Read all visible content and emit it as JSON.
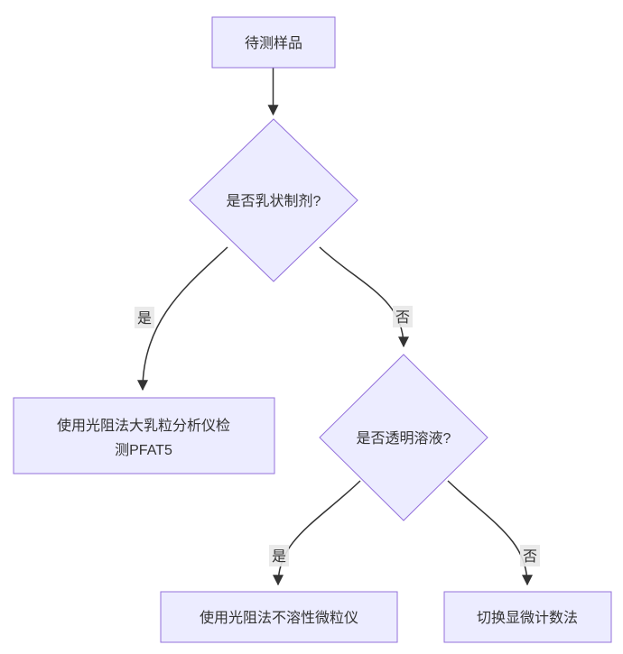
{
  "diagram": {
    "type": "flowchart",
    "direction": "top-down",
    "colors": {
      "node_fill": "#ECECFF",
      "node_border": "#9370DB",
      "edge_color": "#333333",
      "edge_label_bg": "#e8e8e8",
      "text_color": "#333333",
      "background": "#ffffff"
    },
    "nodes": {
      "start": {
        "shape": "rect",
        "label": "待测样品"
      },
      "decision_emulsion": {
        "shape": "diamond",
        "label": "是否乳状制剂?"
      },
      "box_pfat5": {
        "shape": "rect",
        "label": "使用光阻法大乳粒分析仪检测PFAT5",
        "line1": "使用光阻法大乳粒分析仪检",
        "line2": "测PFAT5"
      },
      "decision_transparent": {
        "shape": "diamond",
        "label": "是否透明溶液?"
      },
      "box_light_obscuration": {
        "shape": "rect",
        "label": "使用光阻法不溶性微粒仪"
      },
      "box_microscopy": {
        "shape": "rect",
        "label": "切换显微计数法"
      }
    },
    "edges": {
      "start_to_decision1": {
        "label": ""
      },
      "decision1_yes": {
        "label": "是"
      },
      "decision1_no": {
        "label": "否"
      },
      "decision2_yes": {
        "label": "是"
      },
      "decision2_no": {
        "label": "否"
      }
    }
  }
}
